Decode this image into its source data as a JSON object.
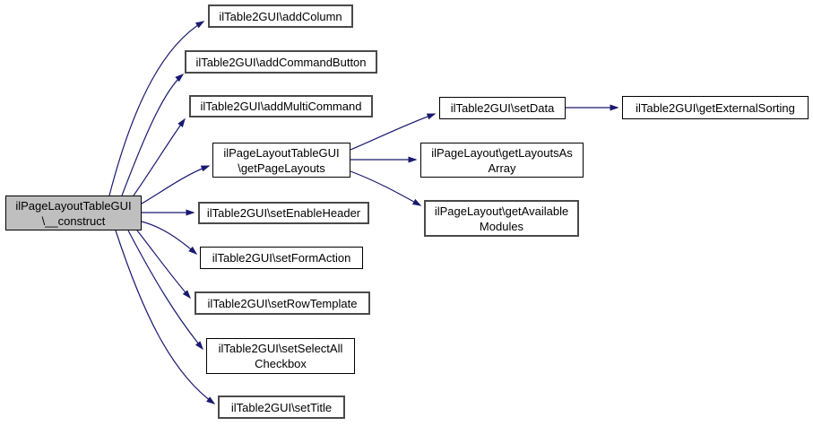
{
  "graph": {
    "type": "call-graph",
    "background_color": "#ffffff",
    "edge_color": "#191970",
    "node_fill": "#ffffff",
    "highlight_fill": "#bfbfbf",
    "nodes": [
      {
        "id": "construct",
        "lines": [
          "ilPageLayoutTableGUI",
          "\\__construct"
        ],
        "highlighted": true
      },
      {
        "id": "addColumn",
        "lines": [
          "ilTable2GUI\\addColumn"
        ]
      },
      {
        "id": "addCommandButton",
        "lines": [
          "ilTable2GUI\\addCommandButton"
        ]
      },
      {
        "id": "addMultiCommand",
        "lines": [
          "ilTable2GUI\\addMultiCommand"
        ]
      },
      {
        "id": "getPageLayouts",
        "lines": [
          "ilPageLayoutTableGUI",
          "\\getPageLayouts"
        ]
      },
      {
        "id": "setEnableHeader",
        "lines": [
          "ilTable2GUI\\setEnableHeader"
        ]
      },
      {
        "id": "setFormAction",
        "lines": [
          "ilTable2GUI\\setFormAction"
        ]
      },
      {
        "id": "setRowTemplate",
        "lines": [
          "ilTable2GUI\\setRowTemplate"
        ]
      },
      {
        "id": "setSelectAllCheckbox",
        "lines": [
          "ilTable2GUI\\setSelectAll",
          "Checkbox"
        ]
      },
      {
        "id": "setTitle",
        "lines": [
          "ilTable2GUI\\setTitle"
        ]
      },
      {
        "id": "setData",
        "lines": [
          "ilTable2GUI\\setData"
        ]
      },
      {
        "id": "getLayoutsAsArray",
        "lines": [
          "ilPageLayout\\getLayoutsAs",
          "Array"
        ]
      },
      {
        "id": "getAvailableModules",
        "lines": [
          "ilPageLayout\\getAvailable",
          "Modules"
        ]
      },
      {
        "id": "getExternalSorting",
        "lines": [
          "ilTable2GUI\\getExternalSorting"
        ]
      }
    ],
    "edges": [
      {
        "from": "construct",
        "to": "addColumn"
      },
      {
        "from": "construct",
        "to": "addCommandButton"
      },
      {
        "from": "construct",
        "to": "addMultiCommand"
      },
      {
        "from": "construct",
        "to": "getPageLayouts"
      },
      {
        "from": "construct",
        "to": "setEnableHeader"
      },
      {
        "from": "construct",
        "to": "setFormAction"
      },
      {
        "from": "construct",
        "to": "setRowTemplate"
      },
      {
        "from": "construct",
        "to": "setSelectAllCheckbox"
      },
      {
        "from": "construct",
        "to": "setTitle"
      },
      {
        "from": "getPageLayouts",
        "to": "setData"
      },
      {
        "from": "getPageLayouts",
        "to": "getLayoutsAsArray"
      },
      {
        "from": "getPageLayouts",
        "to": "getAvailableModules"
      },
      {
        "from": "setData",
        "to": "getExternalSorting"
      }
    ]
  }
}
